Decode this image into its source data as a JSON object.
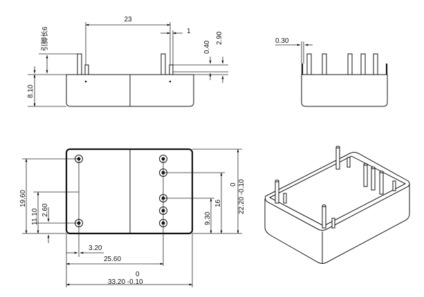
{
  "drawing": {
    "labels": {
      "top_width": "23",
      "top_pin_offset": "1",
      "top_pin_len_label": "引脚长6",
      "top_pin_gap": "0.40",
      "top_standoff": "2.90",
      "body_height": "8.10",
      "side_pin_dia": "0.30",
      "bottom_h_1960": "19.60",
      "bottom_h_1110": "11.10",
      "bottom_h_260": "2.60",
      "bottom_h_930": "9.30",
      "bottom_h_16": "16",
      "bottom_h_tol_top": "0",
      "bottom_h_total": "22.20 -0.10",
      "bottom_w_320": "3.20",
      "bottom_w_2560": "25.60",
      "bottom_w_tol_top": "0",
      "bottom_w_total": "33.20 -0.10"
    }
  }
}
